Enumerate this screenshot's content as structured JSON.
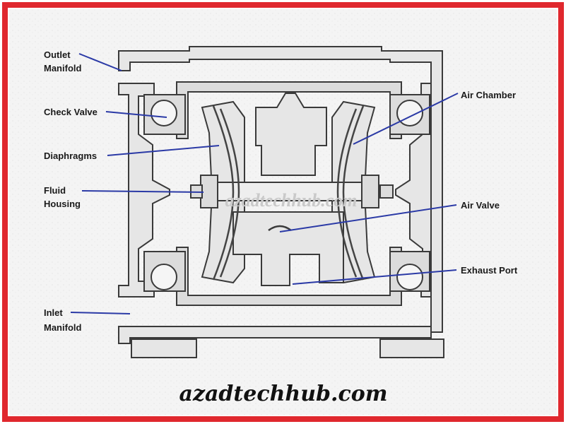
{
  "labels": {
    "outlet_manifold_line1": "Outlet",
    "outlet_manifold_line2": "Manifold",
    "check_valve": "Check Valve",
    "diaphragms": "Diaphragms",
    "fluid_housing_line1": "Fluid",
    "fluid_housing_line2": "Housing",
    "inlet_manifold_line1": "Inlet",
    "inlet_manifold_line2": "Manifold",
    "air_chamber": "Air Chamber",
    "air_valve": "Air Valve",
    "exhaust_port": "Exhaust Port"
  },
  "watermark": "azadtechhub.com",
  "footer": "azadtechhub.com",
  "colors": {
    "border_red": "#e0282e",
    "leader_blue": "#2b3aa6",
    "part_fill": "#e6e6e6",
    "outline": "#3a3a3a"
  }
}
